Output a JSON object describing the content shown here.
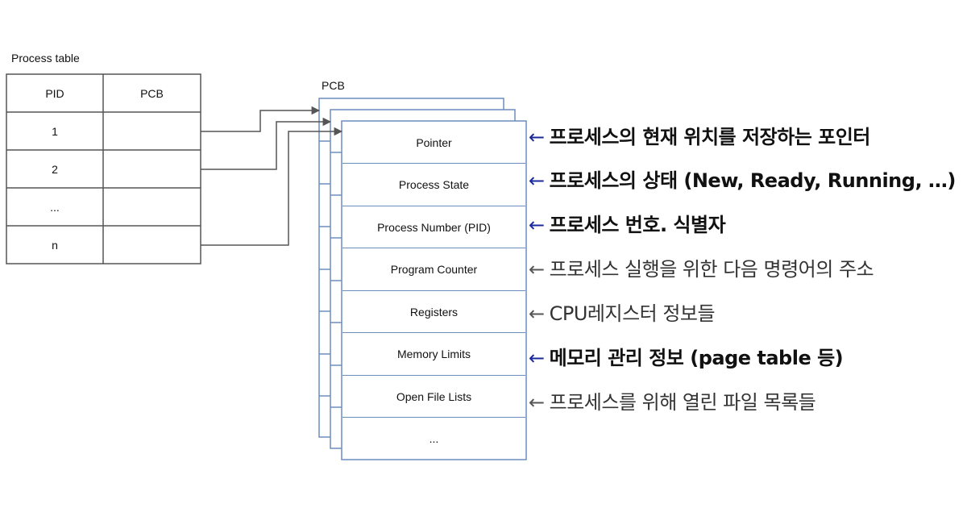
{
  "process_table": {
    "title": "Process table",
    "headers": [
      "PID",
      "PCB"
    ],
    "rows": [
      "1",
      "2",
      "...",
      "n"
    ]
  },
  "pcb": {
    "title": "PCB",
    "fields": [
      {
        "label": "Pointer",
        "note": "프로세스의 현재 위치를 저장하는 포인터",
        "emphasis": true
      },
      {
        "label": "Process State",
        "note": "프로세스의 상태 (New, Ready, Running, …)",
        "emphasis": true
      },
      {
        "label": "Process Number (PID)",
        "note": "프로세스 번호. 식별자",
        "emphasis": true
      },
      {
        "label": "Program Counter",
        "note": "프로세스 실행을 위한 다음 명령어의 주소",
        "emphasis": false
      },
      {
        "label": "Registers",
        "note": "CPU레지스터 정보들",
        "emphasis": false
      },
      {
        "label": "Memory Limits",
        "note": "메모리 관리 정보 (page table 등)",
        "emphasis": true
      },
      {
        "label": "Open File Lists",
        "note": "프로세스를 위해 열린 파일 목록들",
        "emphasis": false
      },
      {
        "label": "...",
        "note": "",
        "emphasis": false
      }
    ],
    "note_arrow": "←"
  },
  "colors": {
    "table_border": "#555555",
    "pcb_border": "#6c8ebf",
    "connector": "#555555",
    "emphasis_arrow": "#1a2a9c"
  }
}
